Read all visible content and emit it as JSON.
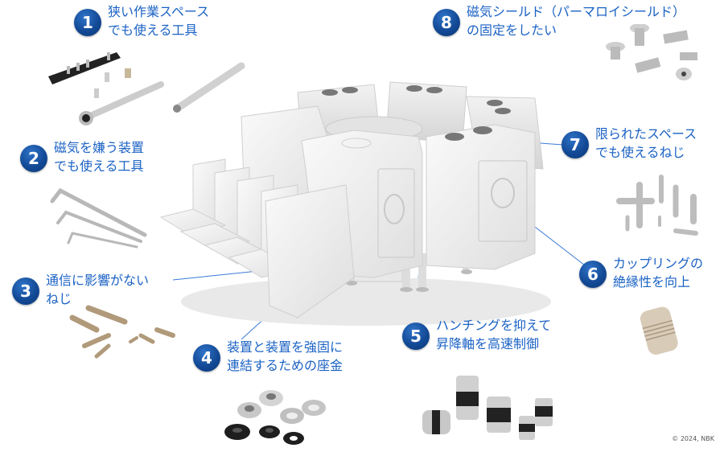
{
  "diagram": {
    "subject": "magnetic-shield-enclosure-assembly",
    "callouts": [
      {
        "number": "1",
        "lines": [
          "狭い作業スペース",
          "でも使える工具"
        ]
      },
      {
        "number": "2",
        "lines": [
          "磁気を嫌う装置",
          "でも使える工具"
        ]
      },
      {
        "number": "3",
        "lines": [
          "通信に影響がない",
          "ねじ"
        ]
      },
      {
        "number": "4",
        "lines": [
          "装置と装置を強固に",
          "連結するための座金"
        ]
      },
      {
        "number": "5",
        "lines": [
          "ハンチングを抑えて",
          "昇降軸を高速制御"
        ]
      },
      {
        "number": "6",
        "lines": [
          "カップリングの",
          "絶縁性を向上"
        ]
      },
      {
        "number": "7",
        "lines": [
          "限られたスペース",
          "でも使えるねじ"
        ]
      },
      {
        "number": "8",
        "lines": [
          "磁気シールド（パーマロイシールド）",
          "の固定をしたい"
        ]
      }
    ],
    "copyright": "© 2024, NBK",
    "colors": {
      "badge": "#134a96",
      "label": "#1b62c4",
      "leader_line": "#3a7bd5",
      "machine": "#eeeeee"
    }
  }
}
